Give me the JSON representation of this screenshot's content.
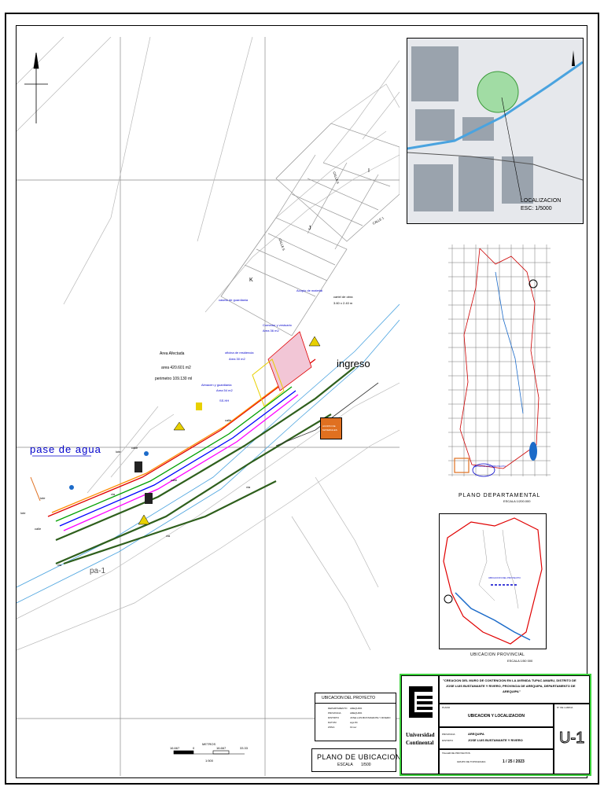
{
  "main_map": {
    "annotations": {
      "area_title": "Area Afectada",
      "area_value": "area   420.601 m2",
      "perimeter_value": "perimetro  109.130 ml",
      "ingreso": "ingreso",
      "pase_de_agua": "pase de agua",
      "acopio": "Acopio de material",
      "cartel": "cartel de obra",
      "cartel_size": "3.60 x 2.40 m",
      "caseta": "caseta de guardiania",
      "comedor": "Comedor y vestuario",
      "comedor_area": "Area 36 m2",
      "oficina": "oficina de residencia",
      "oficina_area": "Area 30 m2",
      "almacen": "Almacen y guardiania",
      "almacen_area": "Area 54 m2",
      "sshh": "SS.HH",
      "calle_1": "CALLE 1",
      "calle_5": "CALLE 5",
      "calle_6": "CALLE 6",
      "lote_1": "lote",
      "lote_2": "lote",
      "lote_3": "lote",
      "calle_a": "calle",
      "calle_b": "calle",
      "calle_c": "calle",
      "calle_d": "calle",
      "via_1": "via",
      "via_2": "via",
      "via_3": "via",
      "via_4": "via",
      "pa": "pa-1",
      "acopio_sign_1": "ACOPIO DE",
      "acopio_sign_2": "MATERIALES",
      "block_k": "K",
      "block_j": "J",
      "block_i": "I"
    },
    "scale_bar": {
      "label": "METROS",
      "ticks": [
        "16.667",
        "0",
        "16.667",
        "33.33"
      ],
      "sub": "1:500"
    }
  },
  "localization": {
    "label": "LOCALIZACION",
    "scale": "ESC: 1/5000"
  },
  "departamental": {
    "title": "PLANO  DEPARTAMENTAL",
    "scale": "ESCALA      1/200.000",
    "marker": "UBICACION DEL PROYECTO"
  },
  "provincial": {
    "title": "UBICACION PROVINCIAL",
    "scale": "ESCALA          1/50 000",
    "marker": "UBICACION DEL PROYECTO"
  },
  "project_info": {
    "title": "UBICACION DEL PROYECTO",
    "rows": [
      {
        "key": "DEPARTAMENTO",
        "value": "AREQUIPA"
      },
      {
        "key": "PROVINCIA",
        "value": "AREQUIPA"
      },
      {
        "key": "DISTRITO",
        "value": "JOSE LUIS BUSTAMANTE Y RIVERO"
      },
      {
        "key": "DATUM",
        "value": "wgs 84"
      },
      {
        "key": "ZONA",
        "value": "19 sur"
      }
    ]
  },
  "plano": {
    "title": "PLANO DE UBICACION",
    "scale_label": "ESCALA",
    "scale_value": "1/500"
  },
  "title_block": {
    "university_1": "Universidad",
    "university_2": "Continental",
    "project_1": "\"CREACION DEL MURO DE CONTENCION EN LA AVENIDA TUPAC AMARU, DISTRITO DE",
    "project_2": "JOSE LUIS BUSTAMANTE Y RIVERO, PROVINCIA DE AREQUIPA, DEPARTAMENTO DE",
    "project_3": "AREQUIPA\"",
    "plano_label": "PLANO",
    "plano_value": "UBICACION Y LOCALIZACION",
    "lamina_label": "N° DE LAMINA",
    "lamina_value": "U-1",
    "provincia_label": "PROVINCIA",
    "provincia_value": "AREQUIPA",
    "distrito_label": "DISTRITO",
    "distrito_value": "JOSE LUIS BUSTAMANTE Y RIVERO",
    "taller_label": "TALLER DE PROYECTOS",
    "grupo_label": "GRUPO DE TOPOGRAFIA",
    "date_value": "1 / 25 /     2023"
  },
  "colors": {
    "grid": "#7f7f7f",
    "title_border": "#3bd23b",
    "annotation_blue": "#0000cc",
    "road_dark": "#2e5f1c",
    "water": "#4aa3df"
  }
}
